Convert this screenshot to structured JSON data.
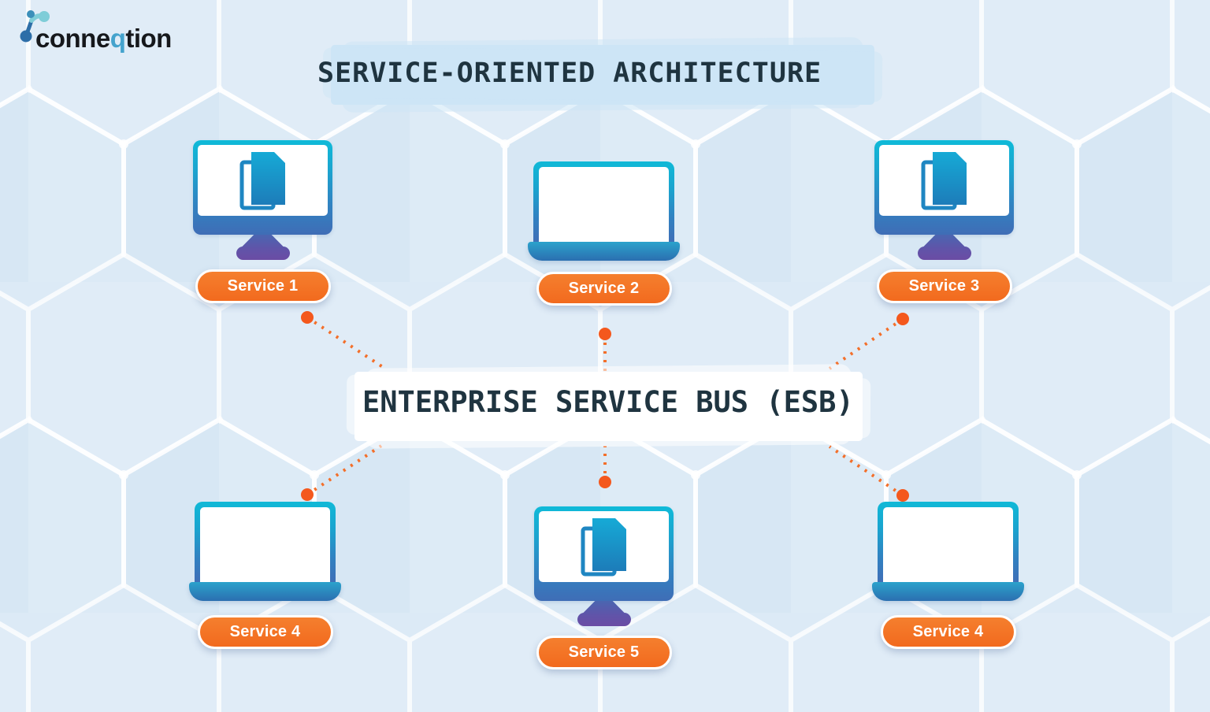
{
  "brand": {
    "logo_text_pre": "conne",
    "logo_text_q": "q",
    "logo_text_post": "tion"
  },
  "title": "SERVICE-ORIENTED ARCHITECTURE",
  "esb_label": "ENTERPRISE SERVICE BUS (ESB)",
  "services": [
    {
      "label": "Service 1",
      "device": "desktop-monitor-with-documents",
      "position": "top-left"
    },
    {
      "label": "Service 2",
      "device": "laptop",
      "position": "top-center"
    },
    {
      "label": "Service 3",
      "device": "desktop-monitor-with-documents",
      "position": "top-right"
    },
    {
      "label": "Service 4",
      "device": "laptop",
      "position": "bottom-left"
    },
    {
      "label": "Service 5",
      "device": "desktop-monitor-with-documents",
      "position": "bottom-center"
    },
    {
      "label": "Service 4",
      "device": "laptop",
      "position": "bottom-right"
    }
  ],
  "connections": [
    {
      "from": "Service 1",
      "to": "ESB"
    },
    {
      "from": "Service 2",
      "to": "ESB"
    },
    {
      "from": "Service 3",
      "to": "ESB"
    },
    {
      "from": "Service 4 (bottom-left)",
      "to": "ESB"
    },
    {
      "from": "Service 5",
      "to": "ESB"
    },
    {
      "from": "Service 4 (bottom-right)",
      "to": "ESB"
    }
  ],
  "colors": {
    "background": "#dceaf6",
    "hexagon_line": "#ffffff",
    "accent_orange": "#f57028",
    "connector_orange": "#f4581d",
    "device_cyan": "#12b8d6",
    "device_blue": "#3a74b8",
    "device_purple": "#6a4ca4",
    "document_blue": "#1d7cb9",
    "heading_navy": "#1f3440",
    "title_highlight": "#cde5f6",
    "esb_highlight": "#ffffff",
    "logo_q_teal": "#45a3cd"
  }
}
